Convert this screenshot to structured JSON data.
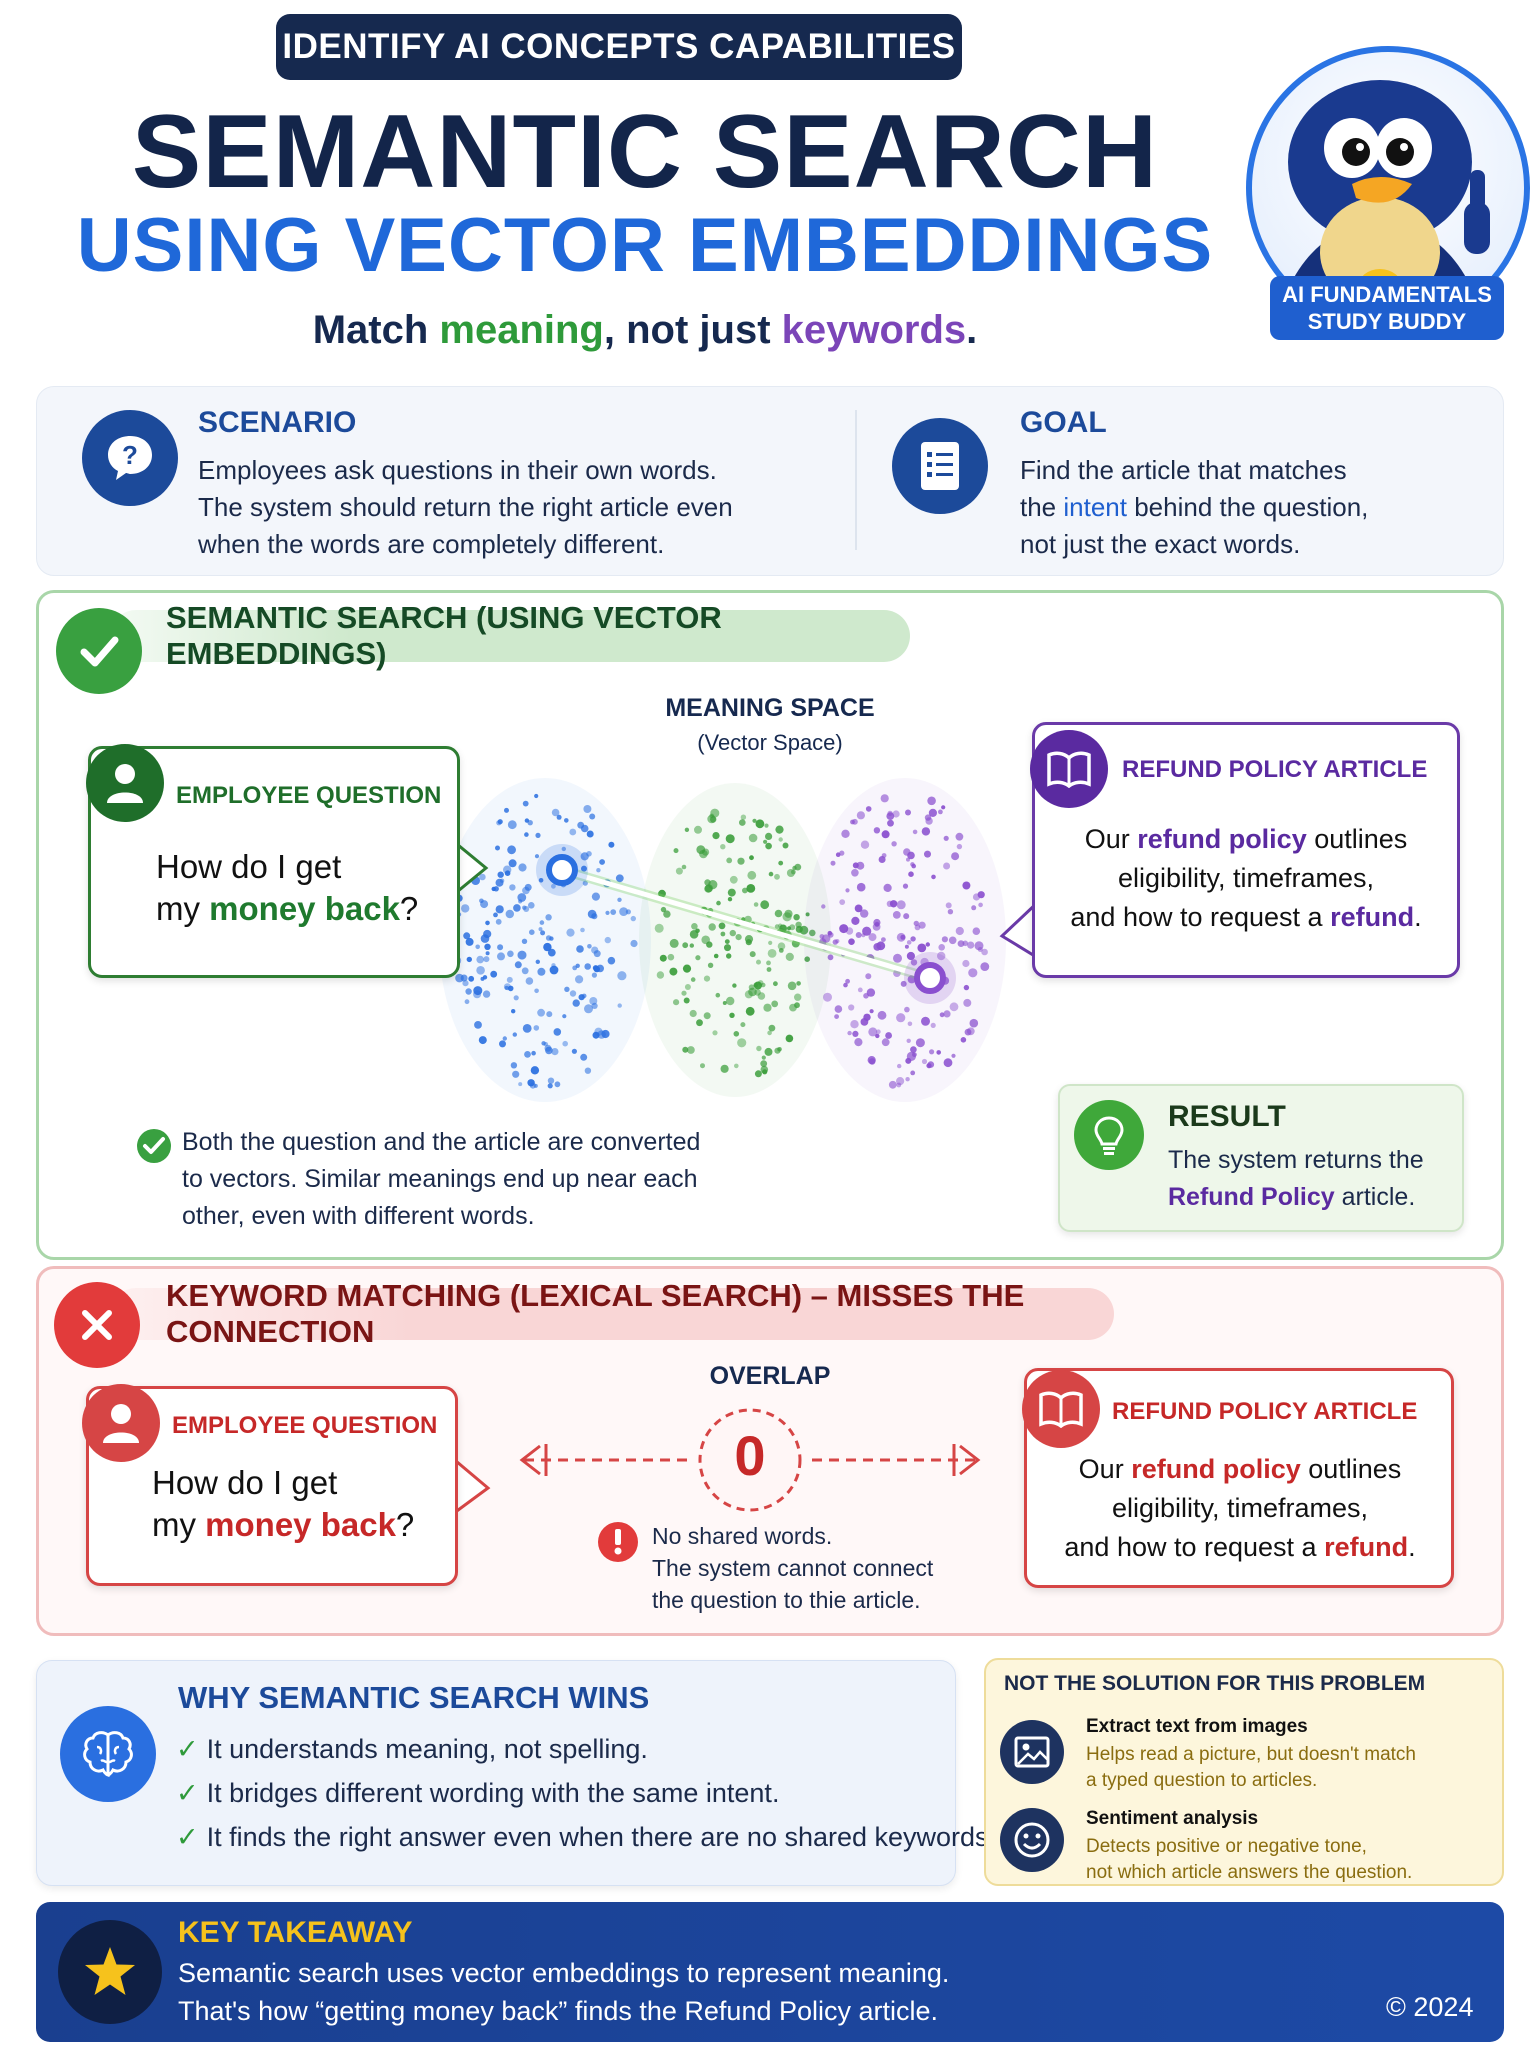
{
  "header": {
    "pill": "IDENTIFY AI CONCEPTS CAPABILITIES",
    "title": "SEMANTIC SEARCH",
    "subtitle": "USING VECTOR EMBEDDINGS",
    "tagline": {
      "part1": "Match ",
      "meaning": "meaning",
      "part2": ", not just ",
      "keywords": "keywords",
      "part3": "."
    }
  },
  "mascot": {
    "badge_line1": "AI FUNDAMENTALS",
    "badge_line2": "STUDY BUDDY"
  },
  "scenario": {
    "title": "SCENARIO",
    "lines": [
      "Employees ask questions in their own words.",
      "The system should return the right article even",
      "when the words are completely different."
    ]
  },
  "goal": {
    "title": "GOAL",
    "line1": "Find the article that matches",
    "line2_a": "the ",
    "line2_intent": "intent",
    "line2_b": " behind the question,",
    "line3": "not just the exact words."
  },
  "semantic": {
    "banner": "SEMANTIC SEARCH (USING VECTOR EMBEDDINGS)",
    "space_title": "MEANING SPACE",
    "space_sub": "(Vector Space)",
    "question_label": "EMPLOYEE QUESTION",
    "question_line1": "How do I get",
    "question_line2_a": "my ",
    "question_line2_money": "money back",
    "question_line2_b": "?",
    "article_label": "REFUND POLICY ARTICLE",
    "article_line1_a": "Our ",
    "article_line1_rp": "refund policy",
    "article_line1_b": " outlines",
    "article_line2": "eligibility, timeframes,",
    "article_line3_a": "and how to request a ",
    "article_line3_r": "refund",
    "article_line3_b": ".",
    "note_lines": [
      "Both the question and the article are converted",
      "to vectors. Similar meanings end up near each",
      "other, even with different words."
    ],
    "result_title": "RESULT",
    "result_line1": "The system returns the",
    "result_line2_rp": "Refund Policy",
    "result_line2_b": " article."
  },
  "keyword": {
    "banner": "KEYWORD MATCHING (LEXICAL SEARCH) – MISSES THE CONNECTION",
    "overlap_label": "OVERLAP",
    "overlap_value": "0",
    "question_label": "EMPLOYEE QUESTION",
    "question_line1": "How do I get",
    "question_line2_a": "my ",
    "question_line2_money": "money back",
    "question_line2_b": "?",
    "article_label": "REFUND POLICY ARTICLE",
    "article_line1_a": "Our ",
    "article_line1_r1": "refund",
    "article_line1_mid": " ",
    "article_line1_r2": "policy",
    "article_line1_b": " outlines",
    "article_line2": "eligibility, timeframes,",
    "article_line3_a": "and how to request a ",
    "article_line3_r": "refund",
    "article_line3_b": ".",
    "note_lines": [
      "No shared words.",
      "The system cannot connect",
      "the question to thie article."
    ]
  },
  "why": {
    "title": "WHY SEMANTIC SEARCH WINS",
    "check": "✓",
    "items": [
      "It understands meaning, not spelling.",
      "It bridges different wording with the same intent.",
      "It finds the right answer even when there are no shared keywords."
    ]
  },
  "not_solution": {
    "title": "NOT THE SOLUTION FOR THIS PROBLEM",
    "items": [
      {
        "head": "Extract text from images",
        "desc1": "Helps read a picture, but doesn't match",
        "desc2": "a typed question to articles."
      },
      {
        "head": "Sentiment analysis",
        "desc1": "Detects positive or negative tone,",
        "desc2": "not which article answers the question."
      }
    ]
  },
  "takeaway": {
    "title": "KEY TAKEAWAY",
    "line1": "Semantic search uses vector embeddings to represent meaning.",
    "line2": "That's how “getting money back” finds the Refund Policy article.",
    "copyright": "© 2024"
  },
  "colors": {
    "navy": "#13254a",
    "blue": "#1f68d9",
    "green": "#2e9a3a",
    "purple": "#7b45b8",
    "red": "#d64545",
    "gold": "#f6c21c"
  },
  "icons": {
    "mascot": "penguin-mascot-icon",
    "scenario": "question-bubble-icon",
    "goal": "document-list-icon",
    "semantic_status": "check-circle-icon",
    "keyword_status": "x-circle-icon",
    "question": "person-icon",
    "article": "open-book-icon",
    "result": "lightbulb-icon",
    "warning": "exclamation-icon",
    "why": "brain-icon",
    "image_text": "image-frame-icon",
    "sentiment": "smiley-face-icon",
    "takeaway": "star-icon"
  }
}
